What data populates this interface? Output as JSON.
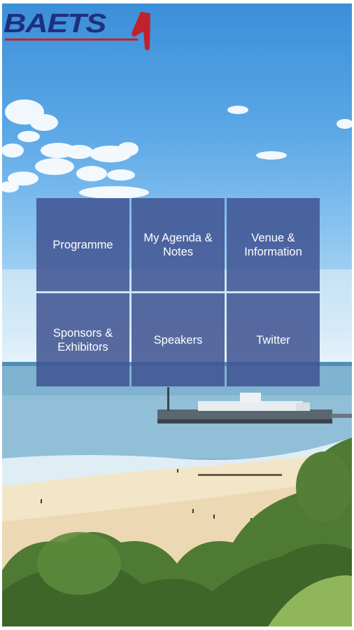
{
  "app": {
    "logo_text": "BAETS"
  },
  "menu": {
    "tiles": [
      {
        "label": "Programme"
      },
      {
        "label": "My Agenda &\nNotes"
      },
      {
        "label": "Venue &\nInformation"
      },
      {
        "label": "Sponsors &\nExhibitors"
      },
      {
        "label": "Speakers"
      },
      {
        "label": "Twitter"
      }
    ]
  },
  "colors": {
    "tile_background": "#405492",
    "logo_blue": "#1f2f80",
    "logo_red": "#c0222c"
  }
}
